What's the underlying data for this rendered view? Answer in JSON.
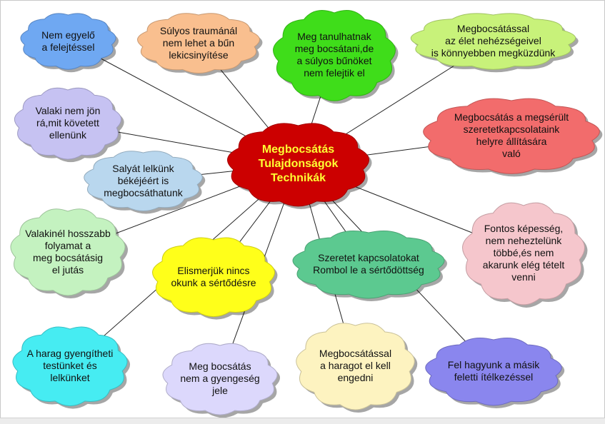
{
  "diagram": {
    "center": {
      "text": "Megbocsátás\nTulajdonságok\nTechnikák",
      "fill": "#cc0000",
      "text_color": "#ffff33"
    },
    "nodes": [
      {
        "id": "n01",
        "text": "Nem egyelő\na felejtéssel",
        "fill": "#6fa8f2"
      },
      {
        "id": "n02",
        "text": "Súlyos traumánál\nnem lehet a bűn\nlekicsinyítése",
        "fill": "#f9bf8f"
      },
      {
        "id": "n03",
        "text": "Meg tanulhatnak\nmeg bocsátani,de\na súlyos bűnöket\nnem felejtik el",
        "fill": "#3fdd1a"
      },
      {
        "id": "n04",
        "text": "Megbocsátással\naz élet nehézségeivel\nis könnyebben megküzdünk",
        "fill": "#c8f27a"
      },
      {
        "id": "n05",
        "text": "Valaki nem jön\nrá,mit követett\nellenünk",
        "fill": "#c6c2f2"
      },
      {
        "id": "n06",
        "text": "Megbocsátás a megsérült\nszeretetkapcsolataink\nhelyre állítására\nvaló",
        "fill": "#f26c6c"
      },
      {
        "id": "n07",
        "text": "Salyát lelkünk\nbékéjéért is\nmegbocsáthatunk",
        "fill": "#b9d7ee"
      },
      {
        "id": "n08",
        "text": "Valakinél hosszabb\nfolyamat a\nmeg bocsátásig\nel jutás",
        "fill": "#c4f2c0"
      },
      {
        "id": "n09",
        "text": "Elismerjük nincs\nokunk a sértődésre",
        "fill": "#ffff1a"
      },
      {
        "id": "n10",
        "text": "Szeretet kapcsolatokat\nRombol le a sértődöttség",
        "fill": "#5cc990"
      },
      {
        "id": "n11",
        "text": "Fontos képesség,\nnem neheztelünk\ntöbbé,és nem\nakarunk elég tételt\nvenni",
        "fill": "#f5c6cc"
      },
      {
        "id": "n12",
        "text": "A harag gyengítheti\ntestünket és\nlelkünket",
        "fill": "#46ecf2"
      },
      {
        "id": "n13",
        "text": "Meg bocsátás\nnem a gyengeség\njele",
        "fill": "#dcd8fc"
      },
      {
        "id": "n14",
        "text": "Megbocsátással\na haragot el kell\nengedni",
        "fill": "#fdf3c0"
      },
      {
        "id": "n15",
        "text": "Fel hagyunk a másik\nfeletti ítélkezéssel",
        "fill": "#8a86ee"
      }
    ],
    "connector_color": "#222222"
  }
}
